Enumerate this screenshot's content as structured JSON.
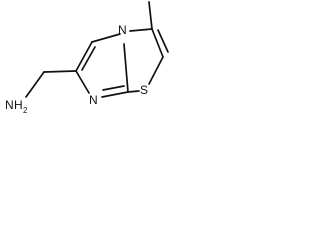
{
  "molecule": {
    "atoms": {
      "amine_n": "N",
      "amine_h": "H",
      "amine_h_count": "2",
      "imidazole_n": "N",
      "bridge_n": "N",
      "sulfur": "S"
    },
    "bond_color": "#111111",
    "background": "#ffffff"
  }
}
